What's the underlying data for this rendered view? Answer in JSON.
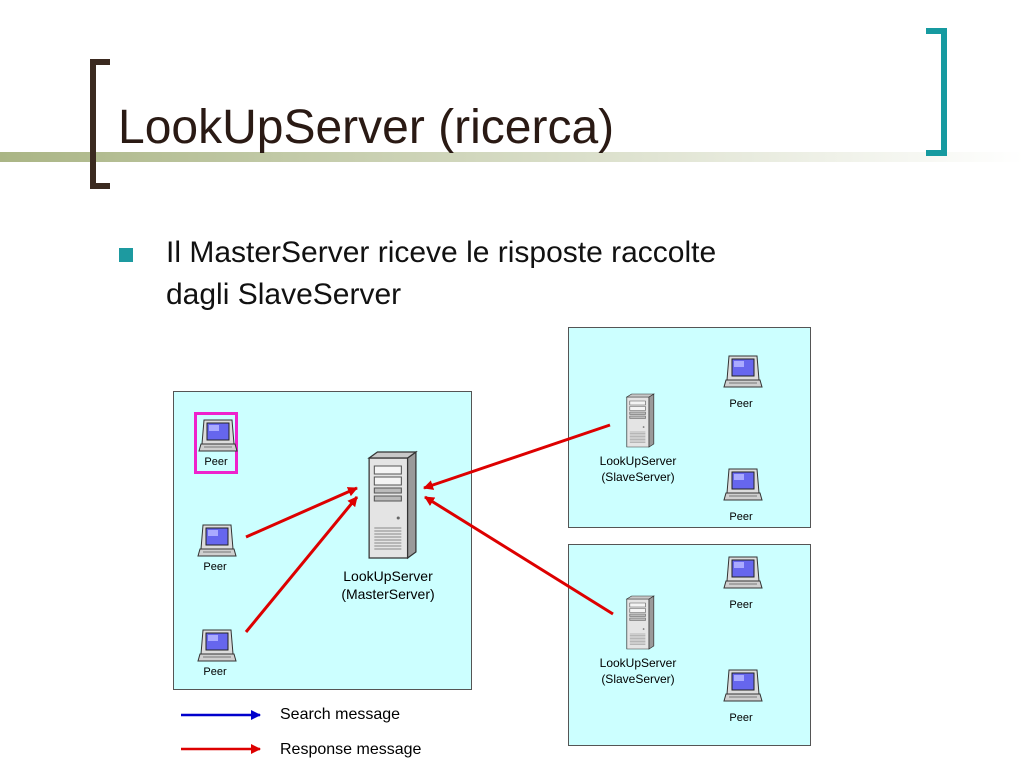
{
  "slide": {
    "title": "LookUpServer (ricerca)",
    "bullet": "Il MasterServer riceve le risposte raccolte dagli SlaveServer"
  },
  "diagram": {
    "peer_label": "Peer",
    "master": {
      "line1": "LookUpServer",
      "line2": "(MasterServer)"
    },
    "slave": {
      "line1": "LookUpServer",
      "line2": "(SlaveServer)"
    },
    "legend": {
      "search": {
        "label": "Search message",
        "color": "#0000cc"
      },
      "response": {
        "label": "Response message",
        "color": "#dd0000"
      }
    },
    "highlight_color": "#ee22cc",
    "box_color": "#ccffff"
  },
  "decor": {
    "bracket_left_color": "#3b2a20",
    "bracket_right_color": "#169aa0",
    "rule_color": "#b3be94",
    "icons": [
      "computer-icon",
      "server-icon",
      "arrow-icon"
    ]
  }
}
